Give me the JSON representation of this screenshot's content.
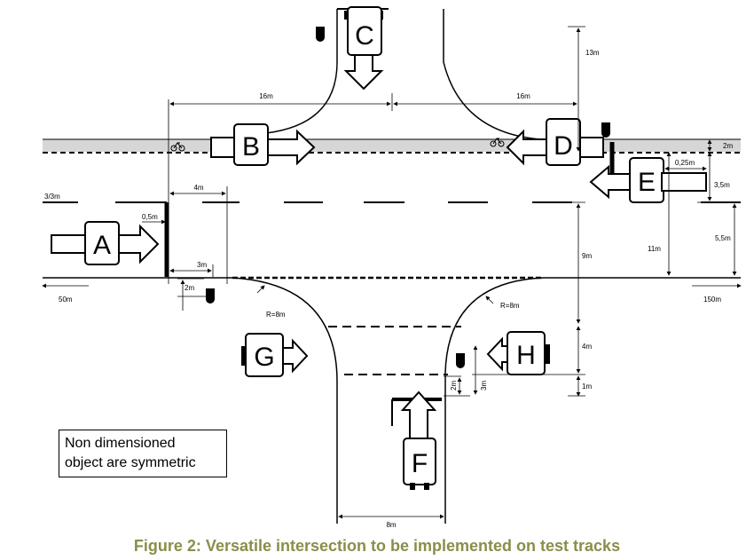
{
  "caption": "Figure 2: Versatile intersection to be implemented on test tracks",
  "note": {
    "line1": "Non dimensioned",
    "line2": "object are symmetric"
  },
  "vehicles": {
    "a": "A",
    "b": "B",
    "c": "C",
    "d": "D",
    "e": "E",
    "f": "F",
    "g": "G",
    "h": "H"
  },
  "dimensions": {
    "d16m_left": "16m",
    "d16m_right": "16m",
    "d13m": "13m",
    "d2m_top": "2m",
    "d025m": "0,25m",
    "d35m": "3,5m",
    "d55m": "5,5m",
    "d11m": "11m",
    "d9m": "9m",
    "d4m_right": "4m",
    "d1m": "1m",
    "d3_3m": "3/3m",
    "d4m_left": "4m",
    "d05m": "0,5m",
    "d3m_left": "3m",
    "d2m_left": "2m",
    "d50m": "50m",
    "d150m": "150m",
    "r8m_left": "R=8m",
    "r8m_right": "R=8m",
    "d2m_f": "2m",
    "d3m_f": "3m",
    "d8m": "8m"
  }
}
